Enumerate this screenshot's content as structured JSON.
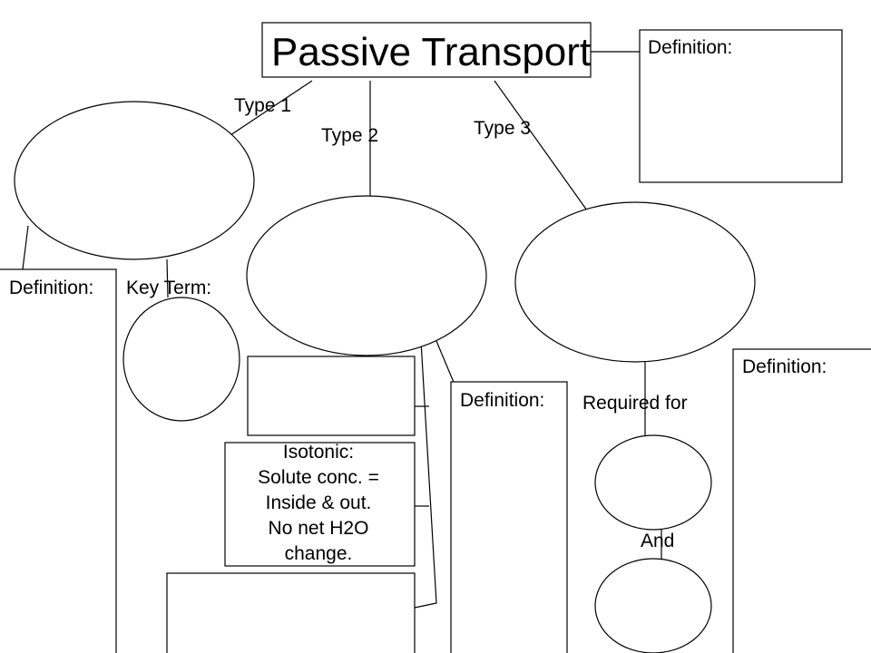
{
  "title": "Passive Transport",
  "type_labels": {
    "type1": "Type 1",
    "type2": "Type 2",
    "type3": "Type 3"
  },
  "definition_label": "Definition:",
  "key_term_label": "Key Term:",
  "required_for_label": "Required for",
  "and_label": "And",
  "isotonic_lines": [
    "Isotonic:",
    "Solute conc. =",
    "Inside & out.",
    "No net H2O",
    "change."
  ],
  "colors": {
    "stroke": "#000000",
    "background": "#ffffff"
  }
}
